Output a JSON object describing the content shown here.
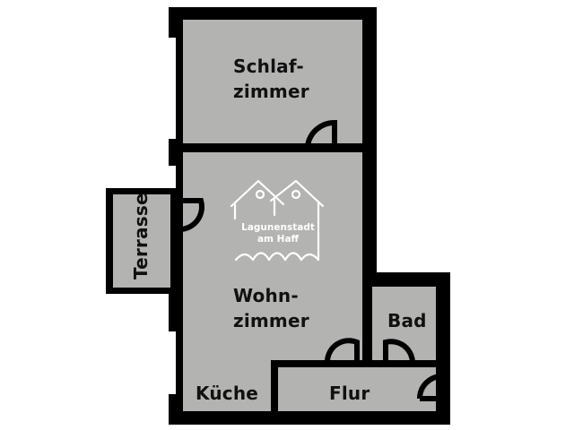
{
  "floorplan": {
    "colors": {
      "wall": "#000000",
      "floor": "#b3b3b1",
      "background": "#ffffff",
      "logo": "#ffffff"
    },
    "rooms": {
      "schlafzimmer": {
        "line1": "Schlaf-",
        "line2": "zimmer"
      },
      "wohnzimmer": {
        "line1": "Wohn-",
        "line2": "zimmer"
      },
      "terrasse": {
        "label": "Terrasse"
      },
      "bad": {
        "label": "Bad"
      },
      "kueche": {
        "label": "Küche"
      },
      "flur": {
        "label": "Flur"
      }
    },
    "logo": {
      "line1": "Lagunenstadt",
      "line2": "am Haff",
      "icon": "twin-houses-with-waves-icon"
    }
  }
}
